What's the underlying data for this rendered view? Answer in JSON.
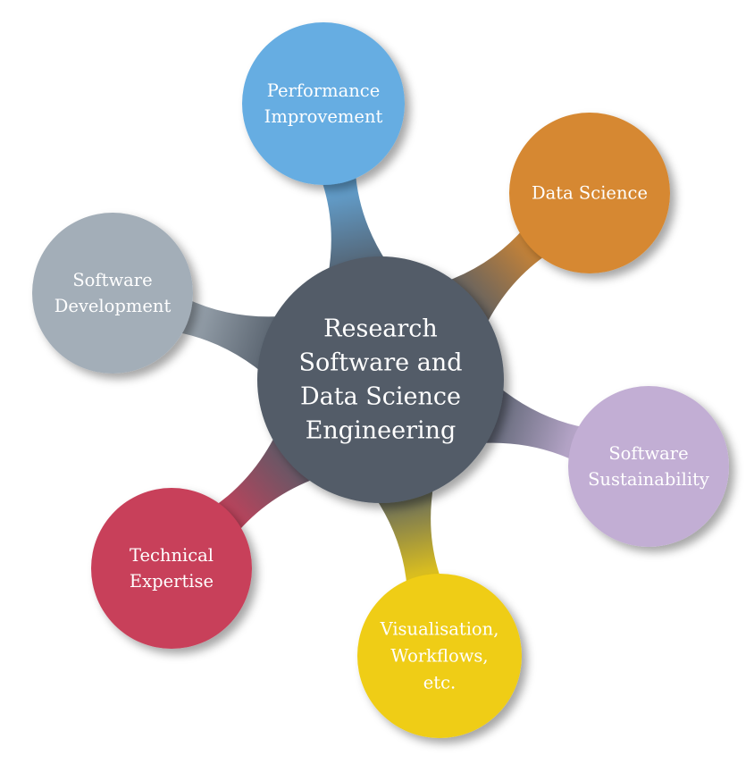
{
  "center": {
    "id": "research",
    "lines": [
      "Research",
      "Software and",
      "Data Science",
      "Engineering"
    ],
    "color": "#525c68"
  },
  "children": [
    {
      "id": "performance",
      "lines": [
        "Performance",
        "Improvement"
      ],
      "color": "#66ade2"
    },
    {
      "id": "data-science",
      "lines": [
        "Data Science"
      ],
      "color": "#d68830"
    },
    {
      "id": "software-sustainability",
      "lines": [
        "Software",
        "Sustainability"
      ],
      "color": "#c2aed4"
    },
    {
      "id": "visualisation",
      "lines": [
        "Visualisation,",
        "Workflows,",
        "etc."
      ],
      "color": "#efcd14"
    },
    {
      "id": "technical-expertise",
      "lines": [
        "Technical",
        "Expertise"
      ],
      "color": "#c8405a"
    },
    {
      "id": "software-development",
      "lines": [
        "Software",
        "Development"
      ],
      "color": "#a3aeb8"
    }
  ]
}
